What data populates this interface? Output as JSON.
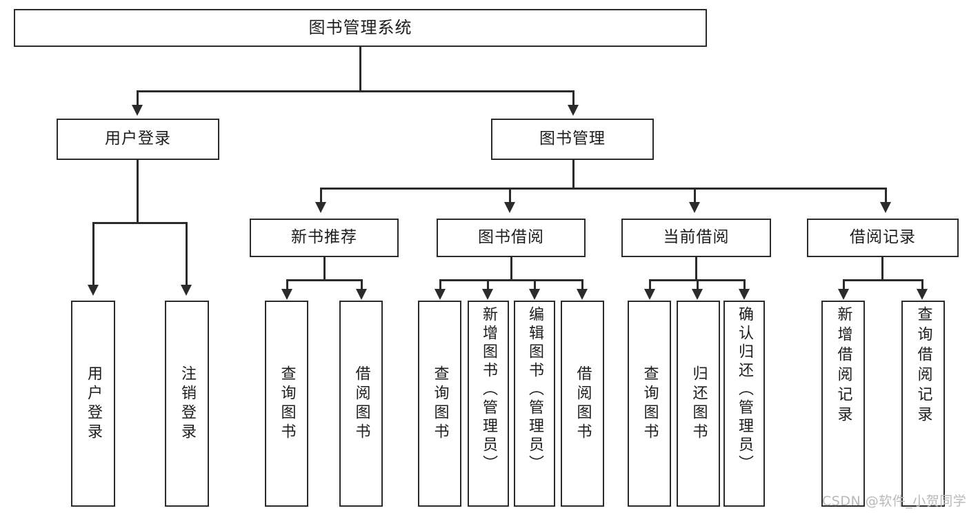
{
  "diagram": {
    "type": "tree-hierarchy",
    "title": "图书管理系统",
    "orientation": "top-down",
    "colors": {
      "box_border": "#2b2b2b",
      "box_fill": "#ffffff",
      "connector": "#2b2b2b",
      "text": "#1d1d1d",
      "watermark": "#b9b9b9",
      "background": "#ffffff"
    }
  },
  "root": {
    "label": "图书管理系统"
  },
  "level2": [
    {
      "label": "用户登录"
    },
    {
      "label": "图书管理"
    }
  ],
  "level3": [
    {
      "label": "新书推荐"
    },
    {
      "label": "图书借阅"
    },
    {
      "label": "当前借阅"
    },
    {
      "label": "借阅记录"
    }
  ],
  "leaves": {
    "user_login": [
      {
        "label": "用户登录"
      },
      {
        "label": "注销登录"
      }
    ],
    "new_book": [
      {
        "label": "查询图书"
      },
      {
        "label": "借阅图书"
      }
    ],
    "borrow_book": [
      {
        "label": "查询图书"
      },
      {
        "label": "新增图书（管理员）"
      },
      {
        "label": "编辑图书（管理员）"
      },
      {
        "label": "借阅图书"
      }
    ],
    "current_borrow": [
      {
        "label": "查询图书"
      },
      {
        "label": "归还图书"
      },
      {
        "label": "确认归还（管理员）"
      }
    ],
    "borrow_record": [
      {
        "label": "新增借阅记录"
      },
      {
        "label": "查询借阅记录"
      }
    ]
  },
  "watermark": {
    "text": "CSDN @软件_小贺同学"
  }
}
